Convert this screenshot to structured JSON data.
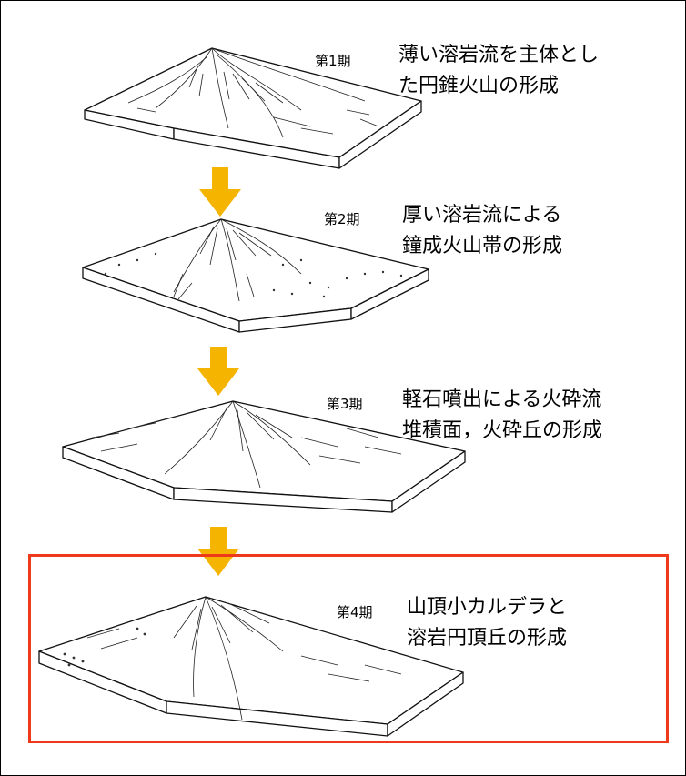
{
  "stages": [
    {
      "number": "第1期",
      "line1": "薄い溶岩流を主体とし",
      "line2": "た円錐火山の形成"
    },
    {
      "number": "第2期",
      "line1": "厚い溶岩流による",
      "line2": "鐘成火山帯の形成"
    },
    {
      "number": "第3期",
      "line1": "軽石噴出による火砕流",
      "line2": "堆積面，火砕丘の形成"
    },
    {
      "number": "第4期",
      "line1": "山頂小カルデラと",
      "line2": "溶岩円頂丘の形成"
    }
  ],
  "colors": {
    "arrow": "#f4b400",
    "highlight": "#ee3a1b",
    "line": "#111111"
  },
  "highlighted_stage": "第4期"
}
